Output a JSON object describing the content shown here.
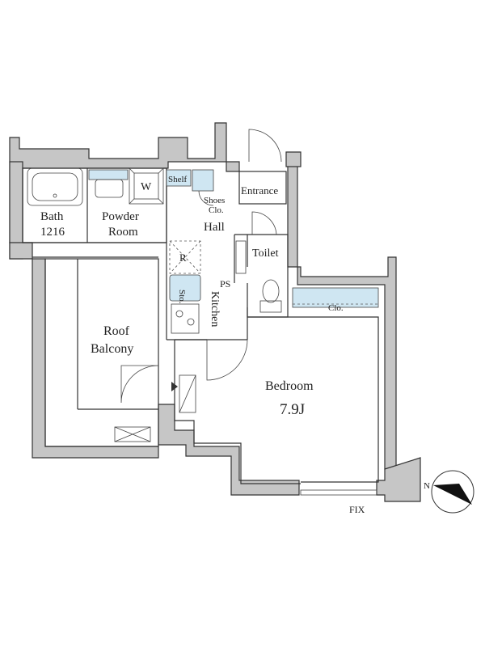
{
  "rooms": {
    "bath_name": "Bath",
    "bath_size": "1216",
    "powder_room_line1": "Powder",
    "powder_room_line2": "Room",
    "washer": "W",
    "shelf": "Shelf",
    "shoes_closet_line1": "Shoes",
    "shoes_closet_line2": "Clo.",
    "hall": "Hall",
    "entrance": "Entrance",
    "refrigerator": "R",
    "toilet": "Toilet",
    "pipe_space": "PS",
    "storage": "Sto.",
    "kitchen": "Kitchen",
    "roof_balcony_line1": "Roof",
    "roof_balcony_line2": "Balcony",
    "bedroom_name": "Bedroom",
    "bedroom_size": "7.9J",
    "closet": "Clo.",
    "fixed_window": "FIX"
  },
  "compass": {
    "north_letter": "N"
  }
}
